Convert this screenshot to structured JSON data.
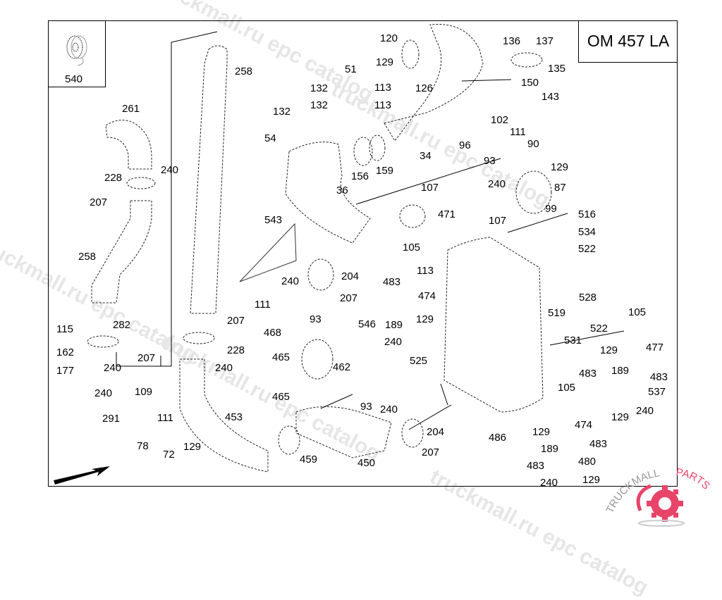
{
  "model": "OM 457 LA",
  "inset_part": "540",
  "watermarks": [
    "truckmall.ru epc catalog",
    "truckmall.ru epc catalog",
    "truckmall.ru epc catalog",
    "truckmall.ru epc catalog",
    "truckmall.ru epc catalog"
  ],
  "logo": {
    "text_left": "TRUCKMALL",
    "text_right": "PARTS",
    "accent_color": "#e8446a"
  },
  "callouts": [
    {
      "id": "c1",
      "label": "258"
    },
    {
      "id": "c2",
      "label": "261"
    },
    {
      "id": "c3",
      "label": "228"
    },
    {
      "id": "c4",
      "label": "240"
    },
    {
      "id": "c5",
      "label": "207"
    },
    {
      "id": "c6",
      "label": "258"
    },
    {
      "id": "c7",
      "label": "115"
    },
    {
      "id": "c8",
      "label": "282"
    },
    {
      "id": "c9",
      "label": "162"
    },
    {
      "id": "c10",
      "label": "207"
    },
    {
      "id": "c11",
      "label": "240"
    },
    {
      "id": "c12",
      "label": "177"
    },
    {
      "id": "c13",
      "label": "207"
    },
    {
      "id": "c14",
      "label": "228"
    },
    {
      "id": "c15",
      "label": "240"
    },
    {
      "id": "c16",
      "label": "240"
    },
    {
      "id": "c17",
      "label": "109"
    },
    {
      "id": "c18",
      "label": "291"
    },
    {
      "id": "c19",
      "label": "111"
    },
    {
      "id": "c20",
      "label": "78"
    },
    {
      "id": "c21",
      "label": "72"
    },
    {
      "id": "c22",
      "label": "129"
    },
    {
      "id": "c23",
      "label": "453"
    },
    {
      "id": "c24",
      "label": "120"
    },
    {
      "id": "c25",
      "label": "129"
    },
    {
      "id": "c26",
      "label": "126"
    },
    {
      "id": "c27",
      "label": "51"
    },
    {
      "id": "c28",
      "label": "132"
    },
    {
      "id": "c29",
      "label": "113"
    },
    {
      "id": "c30",
      "label": "132"
    },
    {
      "id": "c31",
      "label": "113"
    },
    {
      "id": "c32",
      "label": "132"
    },
    {
      "id": "c33",
      "label": "54"
    },
    {
      "id": "c34",
      "label": "156"
    },
    {
      "id": "c35",
      "label": "159"
    },
    {
      "id": "c36",
      "label": "34"
    },
    {
      "id": "c37",
      "label": "36"
    },
    {
      "id": "c38",
      "label": "93"
    },
    {
      "id": "c39",
      "label": "107"
    },
    {
      "id": "c40",
      "label": "471"
    },
    {
      "id": "c41",
      "label": "543"
    },
    {
      "id": "c42",
      "label": "204"
    },
    {
      "id": "c43",
      "label": "240"
    },
    {
      "id": "c44",
      "label": "207"
    },
    {
      "id": "c45",
      "label": "105"
    },
    {
      "id": "c46",
      "label": "113"
    },
    {
      "id": "c47",
      "label": "483"
    },
    {
      "id": "c48",
      "label": "474"
    },
    {
      "id": "c49",
      "label": "546"
    },
    {
      "id": "c50",
      "label": "189"
    },
    {
      "id": "c51",
      "label": "129"
    },
    {
      "id": "c52",
      "label": "240"
    },
    {
      "id": "c53",
      "label": "525"
    },
    {
      "id": "c54",
      "label": "111"
    },
    {
      "id": "c55",
      "label": "93"
    },
    {
      "id": "c56",
      "label": "468"
    },
    {
      "id": "c57",
      "label": "465"
    },
    {
      "id": "c58",
      "label": "462"
    },
    {
      "id": "c59",
      "label": "465"
    },
    {
      "id": "c60",
      "label": "93"
    },
    {
      "id": "c61",
      "label": "240"
    },
    {
      "id": "c62",
      "label": "204"
    },
    {
      "id": "c63",
      "label": "207"
    },
    {
      "id": "c64",
      "label": "459"
    },
    {
      "id": "c65",
      "label": "450"
    },
    {
      "id": "c66",
      "label": "486"
    },
    {
      "id": "c67",
      "label": "136"
    },
    {
      "id": "c68",
      "label": "137"
    },
    {
      "id": "c69",
      "label": "135"
    },
    {
      "id": "c70",
      "label": "150"
    },
    {
      "id": "c71",
      "label": "143"
    },
    {
      "id": "c72",
      "label": "102"
    },
    {
      "id": "c73",
      "label": "96"
    },
    {
      "id": "c74",
      "label": "111"
    },
    {
      "id": "c75",
      "label": "90"
    },
    {
      "id": "c76",
      "label": "129"
    },
    {
      "id": "c77",
      "label": "240"
    },
    {
      "id": "c78",
      "label": "87"
    },
    {
      "id": "c79",
      "label": "99"
    },
    {
      "id": "c80",
      "label": "107"
    },
    {
      "id": "c81",
      "label": "516"
    },
    {
      "id": "c82",
      "label": "534"
    },
    {
      "id": "c83",
      "label": "522"
    },
    {
      "id": "c84",
      "label": "528"
    },
    {
      "id": "c85",
      "label": "519"
    },
    {
      "id": "c86",
      "label": "522"
    },
    {
      "id": "c87",
      "label": "531"
    },
    {
      "id": "c88",
      "label": "105"
    },
    {
      "id": "c89",
      "label": "129"
    },
    {
      "id": "c90",
      "label": "477"
    },
    {
      "id": "c91",
      "label": "189"
    },
    {
      "id": "c92",
      "label": "483"
    },
    {
      "id": "c93",
      "label": "483"
    },
    {
      "id": "c94",
      "label": "537"
    },
    {
      "id": "c95",
      "label": "129"
    },
    {
      "id": "c96",
      "label": "240"
    },
    {
      "id": "c97",
      "label": "105"
    },
    {
      "id": "c98",
      "label": "129"
    },
    {
      "id": "c99",
      "label": "474"
    },
    {
      "id": "c100",
      "label": "483"
    },
    {
      "id": "c101",
      "label": "189"
    },
    {
      "id": "c102",
      "label": "483"
    },
    {
      "id": "c103",
      "label": "480"
    },
    {
      "id": "c104",
      "label": "240"
    },
    {
      "id": "c105",
      "label": "129"
    }
  ]
}
